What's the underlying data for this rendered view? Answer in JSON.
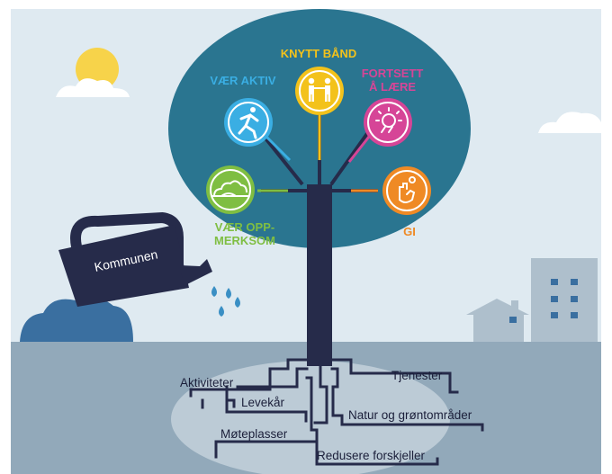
{
  "tree": {
    "values": {
      "knytt_band": "KNYTT BÅND",
      "vaer_aktiv": "VÆR AKTIV",
      "fortsett_1": "FORTSETT",
      "fortsett_2": "Å LÆRE",
      "vaer_opp_1": "VÆR OPP-",
      "vaer_opp_2": "MERKSOM",
      "gi": "GI"
    },
    "icons": {
      "knytt_band": "two-people-holding-hands-icon",
      "vaer_aktiv": "running-person-icon",
      "fortsett": "lightbulb-icon",
      "vaer_opp": "cloud-landscape-icon",
      "gi": "giving-hand-icon"
    },
    "colors": {
      "crown": "#2a7590",
      "trunk": "#262b4a",
      "yellow": "#f3c21b",
      "blue": "#3aaee3",
      "pink": "#d64597",
      "green": "#7fbe42",
      "orange": "#ef8a25"
    }
  },
  "watering_can": {
    "label": "Kommunen"
  },
  "roots": {
    "aktiviteter": "Aktiviteter",
    "levekar": "Levekår",
    "moteplasser": "Møteplasser",
    "tjenester": "Tjenester",
    "natur": "Natur og grøntområder",
    "redusere": "Redusere forskjeller"
  }
}
